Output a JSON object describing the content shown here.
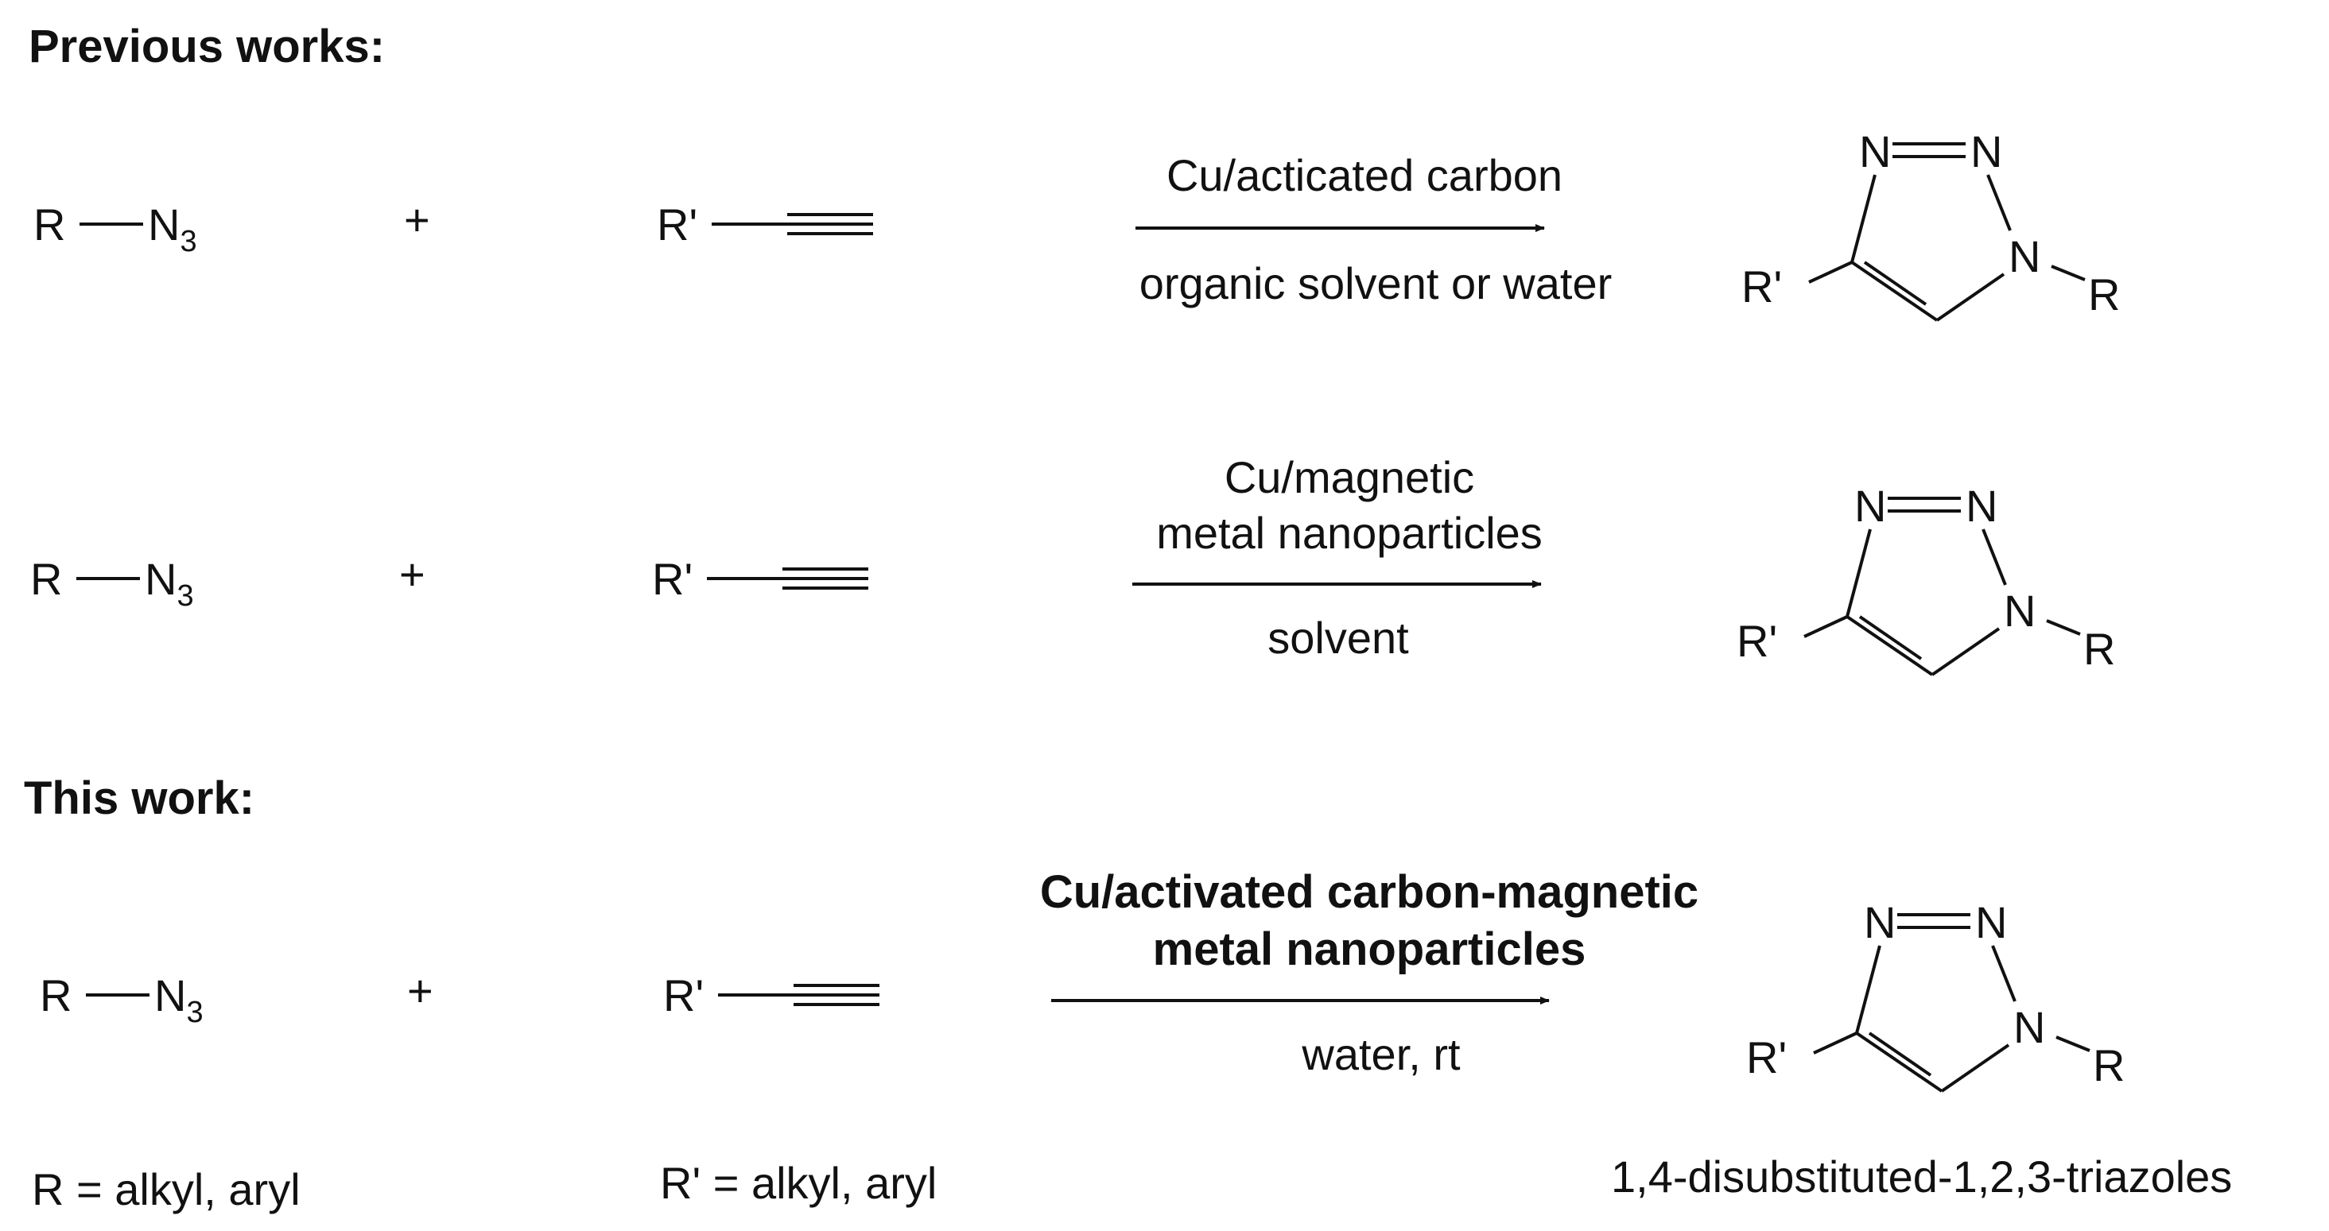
{
  "headings": {
    "previous": "Previous works:",
    "this_work": "This work:"
  },
  "reactions": [
    {
      "azide": {
        "r": "R",
        "n": "N",
        "sub": "3"
      },
      "plus": "+",
      "alkyne_r": "R'",
      "conditions_above": [
        "Cu/acticated carbon"
      ],
      "conditions_below": [
        "organic solvent or water"
      ],
      "product": {
        "n1": "N",
        "n2": "N",
        "n3": "N",
        "r": "R",
        "r_prime": "R'"
      }
    },
    {
      "azide": {
        "r": "R",
        "n": "N",
        "sub": "3"
      },
      "plus": "+",
      "alkyne_r": "R'",
      "conditions_above": [
        "Cu/magnetic",
        "metal nanoparticles"
      ],
      "conditions_below": [
        "solvent"
      ],
      "product": {
        "n1": "N",
        "n2": "N",
        "n3": "N",
        "r": "R",
        "r_prime": "R'"
      }
    },
    {
      "azide": {
        "r": "R",
        "n": "N",
        "sub": "3"
      },
      "plus": "+",
      "alkyne_r": "R'",
      "conditions_above": [
        "Cu/activated carbon-magnetic",
        "metal nanoparticles"
      ],
      "conditions_below": [
        "water, rt"
      ],
      "product": {
        "n1": "N",
        "n2": "N",
        "n3": "N",
        "r": "R",
        "r_prime": "R'"
      }
    }
  ],
  "notes": {
    "r_def": "R = alkyl, aryl",
    "r_prime_def": "R' = alkyl, aryl",
    "product_name": "1,4-disubstituted-1,2,3-triazoles"
  }
}
